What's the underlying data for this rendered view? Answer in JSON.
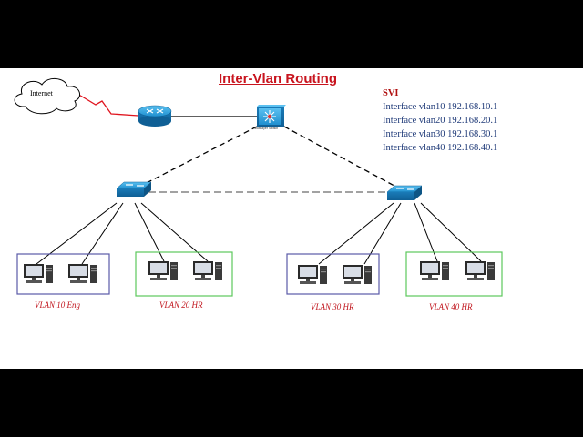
{
  "title": "Inter-Vlan Routing",
  "svi": {
    "heading": "SVI",
    "lines": [
      "Interface vlan10 192.168.10.1",
      "Interface vlan20 192.168.20.1",
      "Interface vlan30 192.168.30.1",
      "Interface vlan40 192.168.40.1"
    ]
  },
  "internet_label": "Internet",
  "multilayer_switch_label": "Multilayer Switch",
  "vlans": [
    {
      "label": "VLAN 10 Eng",
      "color": "#5a5aa8"
    },
    {
      "label": "VLAN 20 HR",
      "color": "#5cc85c"
    },
    {
      "label": "VLAN 30 HR",
      "color": "#5a5aa8"
    },
    {
      "label": "VLAN 40 HR",
      "color": "#5cc85c"
    }
  ],
  "colors": {
    "title": "#c8141e",
    "svi_text": "#1f3a78",
    "wan_link": "#e0141e",
    "device_blue": "#1f8fcf"
  },
  "icons": [
    "cloud-icon",
    "router-icon",
    "multilayer-switch-icon",
    "switch-icon",
    "pc-icon"
  ]
}
